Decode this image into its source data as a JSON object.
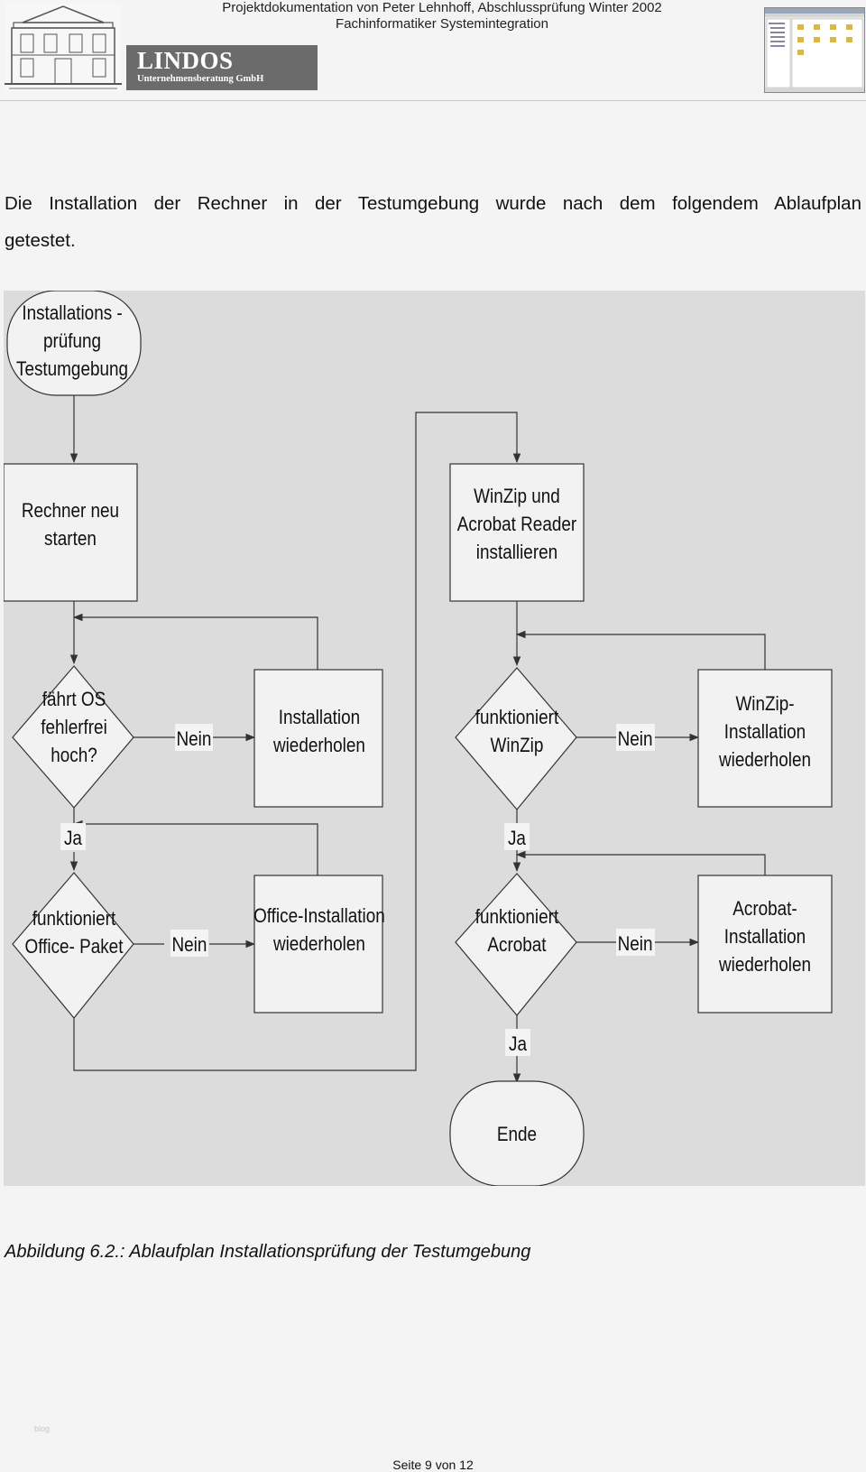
{
  "header": {
    "title_line1": "Projektdokumentation von Peter Lehnhoff, Abschlussprüfung Winter 2002",
    "title_line2": "Fachinformatiker Systemintegration",
    "logo_name": "LINDOS",
    "logo_subtitle": "Unternehmensberatung GmbH",
    "building_icon": "building-illustration-icon",
    "thumbnail_icon": "screenshot-thumbnail-icon"
  },
  "intro": {
    "line1": "Die Installation der Rechner in der Testumgebung wurde nach dem folgendem Ablaufplan",
    "line2": "getestet."
  },
  "flowchart": {
    "start": [
      "Installations -",
      "prüfung",
      "Testumgebung"
    ],
    "restart": [
      "Rechner neu",
      "starten"
    ],
    "os_decision": [
      "fährt OS",
      "fehlerfrei",
      "hoch?"
    ],
    "reinstall": [
      "Installation",
      "wiederholen"
    ],
    "office_decision": [
      "funktioniert",
      "Office- Paket"
    ],
    "office_reinstall": [
      "Office-Installation",
      "wiederholen"
    ],
    "winzip_install": [
      "WinZip und",
      "Acrobat Reader",
      "installieren"
    ],
    "winzip_decision": [
      "funktioniert",
      "WinZip"
    ],
    "winzip_reinstall": [
      "WinZip-",
      "Installation",
      "wiederholen"
    ],
    "acrobat_decision": [
      "funktioniert",
      "Acrobat"
    ],
    "acrobat_reinstall": [
      "Acrobat-",
      "Installation",
      "wiederholen"
    ],
    "end": "Ende",
    "no_label": "Nein",
    "yes_label": "Ja",
    "colors": {
      "background": "#dcdcdc",
      "shape_fill": "#f2f2f2",
      "stroke": "#333333"
    }
  },
  "caption": "Abbildung 6.2.: Ablaufplan Installationsprüfung der Testumgebung",
  "footer": {
    "page_text": "Seite 9 von 12",
    "watermark": "blog"
  }
}
